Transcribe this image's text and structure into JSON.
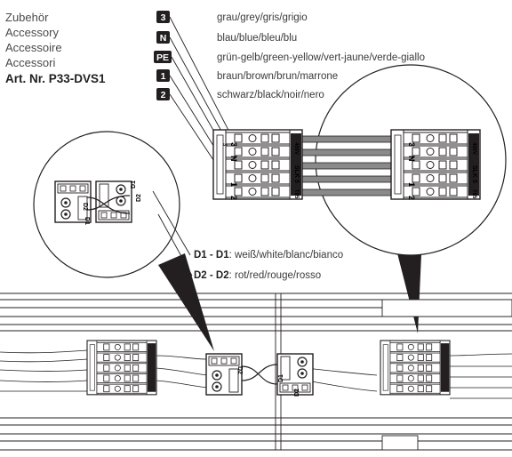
{
  "accessory": {
    "lines": [
      "Zubehör",
      "Accessory",
      "Accessoire",
      "Accessori"
    ],
    "article": "Art. Nr. P33-DVS1"
  },
  "wires": [
    {
      "code": "3",
      "label": "grau/grey/gris/grigio"
    },
    {
      "code": "N",
      "label": "blau/blue/bleu/blu"
    },
    {
      "code": "PE",
      "label": "grün-gelb/green-yellow/vert-jaune/verde-giallo"
    },
    {
      "code": "1",
      "label": "braun/brown/brun/marrone"
    },
    {
      "code": "2",
      "label": "schwarz/black/noir/nero"
    }
  ],
  "connections": [
    {
      "code": "D1 - D1",
      "label": ": weiß/white/blanc/bianco"
    },
    {
      "code": "D2 - D2",
      "label": ": rot/red/rouge/rosso"
    }
  ],
  "connector": {
    "terminals": [
      "3",
      "N",
      "",
      "1",
      "2"
    ],
    "model": "SLK 5",
    "rating": "400V",
    "temp": "T85"
  },
  "d_connector": {
    "d1": "D1",
    "d2": "D2"
  },
  "colors": {
    "chip": "#231f20",
    "wire_gray": "#8a8a8a",
    "line": "#231f20"
  }
}
